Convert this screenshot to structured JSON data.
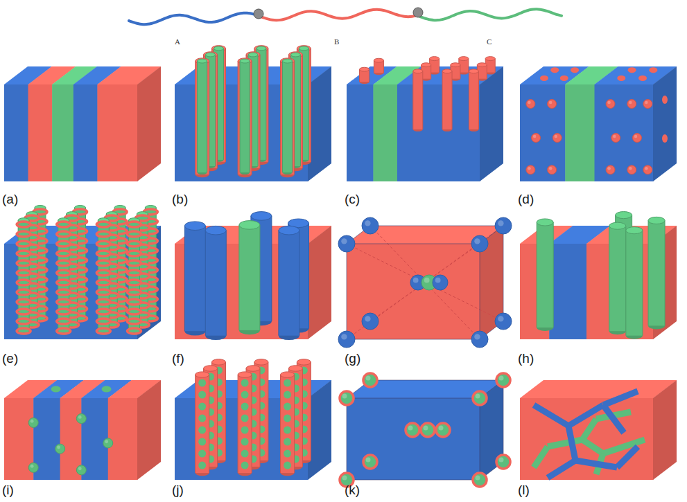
{
  "diagram": {
    "labels": [
      "A",
      "B",
      "C",
      "(a)",
      "(b)",
      "(c)",
      "(d)",
      "(e)",
      "(f)",
      "(g)",
      "(h)",
      "(i)",
      "(j)",
      "(k)",
      "(l)"
    ]
  }
}
